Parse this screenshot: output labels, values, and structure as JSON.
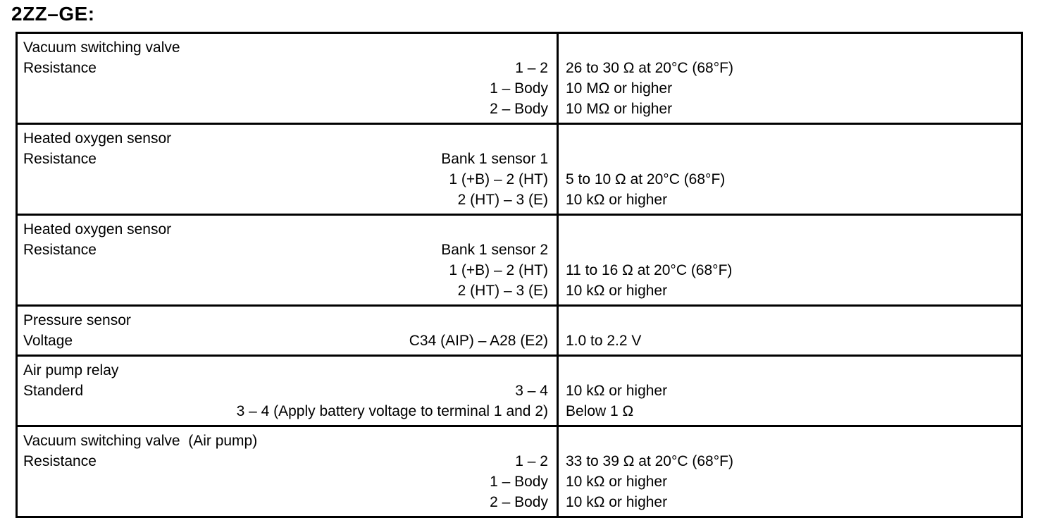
{
  "title": "2ZZ–GE:",
  "colors": {
    "text": "#000000",
    "background": "#ffffff",
    "border": "#000000"
  },
  "table": {
    "columns": [
      "component / condition / terminals",
      "specified value"
    ],
    "rows": [
      {
        "lines": [
          {
            "label": "Vacuum switching valve",
            "terminal": "",
            "value": ""
          },
          {
            "label": "Resistance",
            "terminal": "1 – 2",
            "value": "26 to 30 Ω at 20°C (68°F)"
          },
          {
            "label": "",
            "terminal": "1 – Body",
            "value": "10 MΩ or higher"
          },
          {
            "label": "",
            "terminal": "2 – Body",
            "value": "10 MΩ or higher"
          }
        ]
      },
      {
        "lines": [
          {
            "label": "Heated oxygen sensor",
            "terminal": "",
            "value": ""
          },
          {
            "label": "Resistance",
            "terminal": "Bank 1 sensor 1",
            "value": ""
          },
          {
            "label": "",
            "terminal": "1 (+B) – 2 (HT)",
            "value": "5 to 10 Ω at 20°C (68°F)"
          },
          {
            "label": "",
            "terminal": "2 (HT) – 3 (E)",
            "value": "10 kΩ or higher"
          }
        ]
      },
      {
        "lines": [
          {
            "label": "Heated oxygen sensor",
            "terminal": "",
            "value": ""
          },
          {
            "label": "Resistance",
            "terminal": "Bank 1 sensor 2",
            "value": ""
          },
          {
            "label": "",
            "terminal": "1 (+B) – 2 (HT)",
            "value": "11 to 16 Ω at 20°C (68°F)"
          },
          {
            "label": "",
            "terminal": "2 (HT) – 3 (E)",
            "value": "10 kΩ or higher"
          }
        ]
      },
      {
        "lines": [
          {
            "label": "Pressure sensor",
            "terminal": "",
            "value": ""
          },
          {
            "label": "Voltage",
            "terminal": "C34 (AIP) – A28 (E2)",
            "value": "1.0 to 2.2 V"
          }
        ]
      },
      {
        "lines": [
          {
            "label": "Air pump relay",
            "terminal": "",
            "value": ""
          },
          {
            "label": "Standerd",
            "terminal": "3 – 4",
            "value": "10 kΩ or higher"
          },
          {
            "label": "",
            "terminal": "3 – 4 (Apply battery voltage to terminal 1 and 2)",
            "value": "Below 1 Ω"
          }
        ]
      },
      {
        "lines": [
          {
            "label": "Vacuum switching valve  (Air pump)",
            "terminal": "",
            "value": ""
          },
          {
            "label": "Resistance",
            "terminal": "1 – 2",
            "value": "33 to 39 Ω at 20°C (68°F)"
          },
          {
            "label": "",
            "terminal": "1 – Body",
            "value": "10 kΩ or higher"
          },
          {
            "label": "",
            "terminal": "2 – Body",
            "value": "10 kΩ or higher"
          }
        ]
      }
    ]
  }
}
